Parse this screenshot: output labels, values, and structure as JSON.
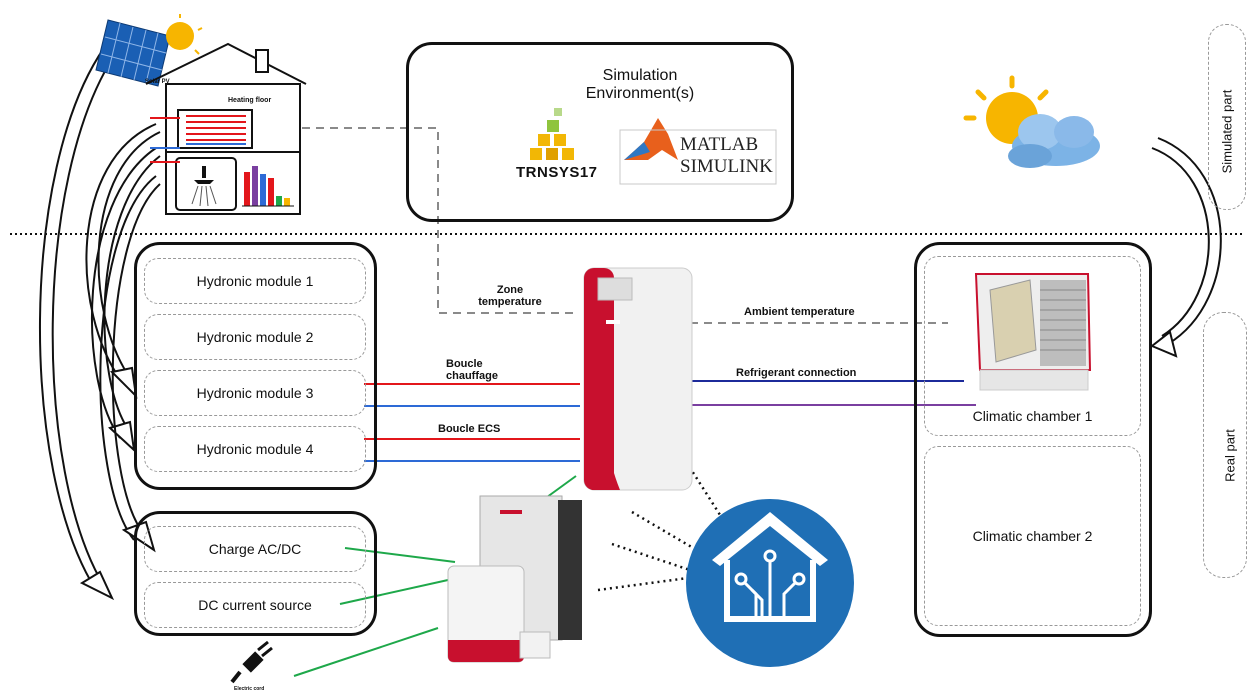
{
  "house": {
    "solar_label": "Solar PV",
    "heating_floor_label": "Heating floor"
  },
  "simulation": {
    "title_line1": "Simulation",
    "title_line2": "Environment(s)",
    "trnsys_logo": "TRNSYS17",
    "matlab_logo_line1": "MATLAB",
    "matlab_logo_line2": "SIMULINK"
  },
  "hydronic_modules": [
    "Hydronic module 1",
    "Hydronic module 2",
    "Hydronic module 3",
    "Hydronic module 4"
  ],
  "power_modules": [
    "Charge AC/DC",
    "DC current source"
  ],
  "climatic_chambers": [
    "Climatic chamber 1",
    "Climatic chamber 2"
  ],
  "connections": {
    "zone_temperature_line1": "Zone",
    "zone_temperature_line2": "temperature",
    "ambient_temperature": "Ambient temperature",
    "refrigerant_connection": "Refrigerant connection",
    "boucle_chauffage_line1": "Boucle",
    "boucle_chauffage_line2": "chauffage",
    "boucle_ecs": "Boucle ECS"
  },
  "parts": {
    "simulated": "Simulated part",
    "real": "Real part"
  },
  "plug_label": "Electric cord",
  "colors": {
    "hot_line": "#e3161b",
    "cold_line": "#2d6ad6",
    "refrigerant_line": "#1c2a9a",
    "refrigerant_return": "#7a3fa0",
    "power_line": "#1ea84a",
    "dashed_signal": "#8a8a8a",
    "smart_home": "#1f6fb5"
  }
}
